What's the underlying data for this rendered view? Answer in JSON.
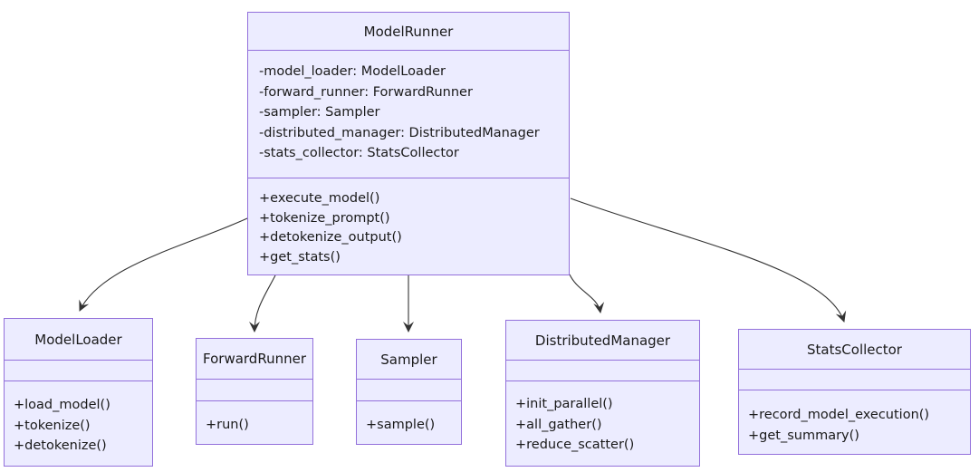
{
  "diagram": {
    "type": "uml-class-diagram",
    "colors": {
      "box_fill": "#ECECFF",
      "box_border": "#9370DB",
      "arrow": "#333333",
      "text": "#1a1a1a",
      "background": "#ffffff"
    },
    "classes": [
      {
        "title": "ModelRunner",
        "attributes": [
          "-model_loader: ModelLoader",
          "-forward_runner: ForwardRunner",
          "-sampler: Sampler",
          "-distributed_manager: DistributedManager",
          "-stats_collector: StatsCollector"
        ],
        "methods": [
          "+execute_model()",
          "+tokenize_prompt()",
          "+detokenize_output()",
          "+get_stats()"
        ]
      },
      {
        "title": "ModelLoader",
        "attributes": [],
        "methods": [
          "+load_model()",
          "+tokenize()",
          "+detokenize()"
        ]
      },
      {
        "title": "ForwardRunner",
        "attributes": [],
        "methods": [
          "+run()"
        ]
      },
      {
        "title": "Sampler",
        "attributes": [],
        "methods": [
          "+sample()"
        ]
      },
      {
        "title": "DistributedManager",
        "attributes": [],
        "methods": [
          "+init_parallel()",
          "+all_gather()",
          "+reduce_scatter()"
        ]
      },
      {
        "title": "StatsCollector",
        "attributes": [],
        "methods": [
          "+record_model_execution()",
          "+get_summary()"
        ]
      }
    ],
    "relations": [
      {
        "from": "ModelRunner",
        "to": "ModelLoader"
      },
      {
        "from": "ModelRunner",
        "to": "ForwardRunner"
      },
      {
        "from": "ModelRunner",
        "to": "Sampler"
      },
      {
        "from": "ModelRunner",
        "to": "DistributedManager"
      },
      {
        "from": "ModelRunner",
        "to": "StatsCollector"
      }
    ]
  }
}
